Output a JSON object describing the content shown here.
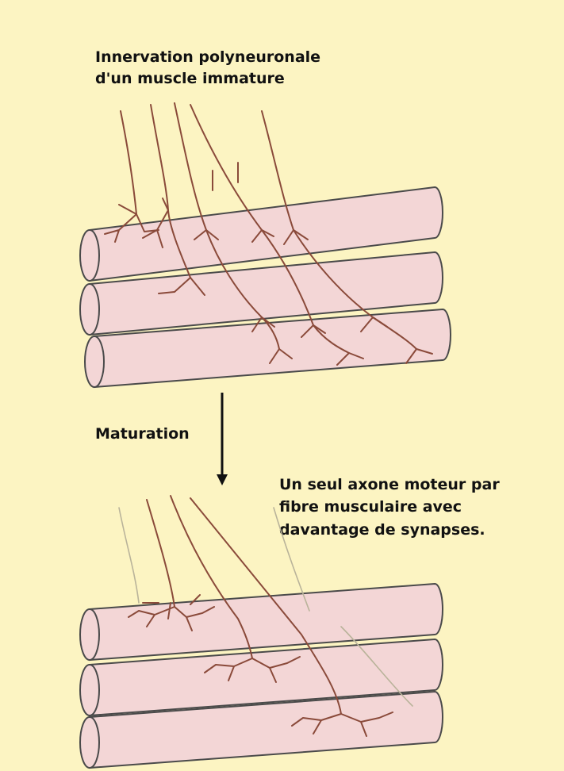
{
  "colors": {
    "background": "#fcf4c2",
    "fiber_fill": "#f3d6d6",
    "fiber_stroke": "#4a4a4a",
    "axon": "#8a4a3a",
    "axon_faded": "#b9b39a",
    "arrow": "#111111"
  },
  "top_panel": {
    "caption_line1": "Innervation polyneuronale",
    "caption_line2": "d'un muscle immature"
  },
  "arrow": {
    "label": "Maturation"
  },
  "bottom_panel": {
    "caption_line1": "Un seul axone moteur par",
    "caption_line2": "fibre musculaire avec",
    "caption_line3": "davantage de synapses."
  }
}
